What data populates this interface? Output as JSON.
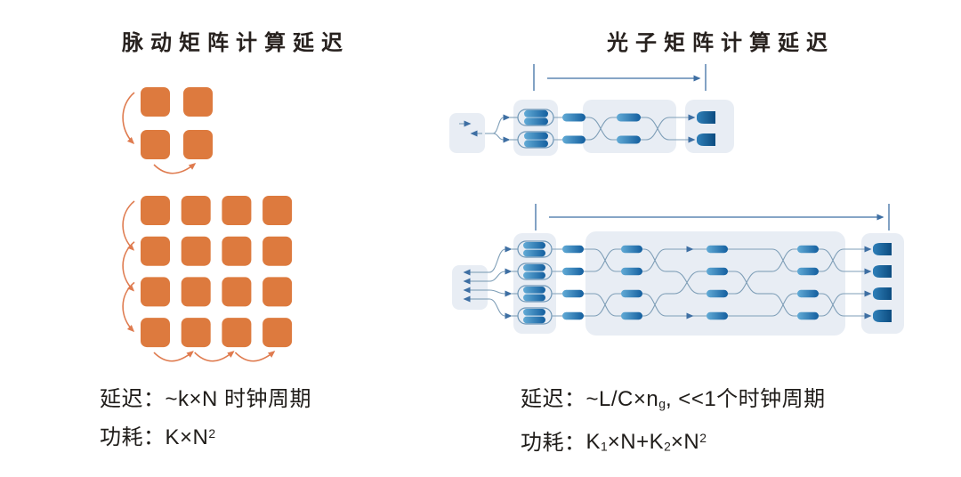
{
  "left_panel": {
    "title": "脉动矩阵计算延迟",
    "grids": [
      {
        "name": "systolic-array-2x2",
        "rows": 2,
        "cols": 2
      },
      {
        "name": "systolic-array-4x4",
        "rows": 4,
        "cols": 4
      }
    ],
    "latency": {
      "label": "延迟：",
      "parts": [
        {
          "t": "~k×N 时钟周期"
        }
      ]
    },
    "power": {
      "label": "功耗：",
      "parts": [
        {
          "t": "K×N"
        },
        {
          "t": "2",
          "style": "sup"
        }
      ]
    }
  },
  "right_panel": {
    "title": "光子矩阵计算延迟",
    "circuits": [
      {
        "name": "photonic-circuit-2ch",
        "channels": 2
      },
      {
        "name": "photonic-circuit-4ch",
        "channels": 4
      }
    ],
    "latency": {
      "label": "延迟：",
      "parts": [
        {
          "t": "~L/C×n"
        },
        {
          "t": "g",
          "style": "sub"
        },
        {
          "t": ", <<1个时钟周期"
        }
      ]
    },
    "power": {
      "label": "功耗：",
      "parts": [
        {
          "t": "K"
        },
        {
          "t": "1",
          "style": "sub"
        },
        {
          "t": "×N+K"
        },
        {
          "t": "2",
          "style": "sub"
        },
        {
          "t": "×N"
        },
        {
          "t": "2",
          "style": "sup"
        }
      ]
    }
  },
  "colors": {
    "orange": "#DD7A3E",
    "orange_arrow": "#DF7B4F",
    "block_bg": "#E8EDF4",
    "stadium": "#6D96B6",
    "line": "#7E9EB7",
    "arrow_line": "#3E6FA3",
    "pill_light": "#62ABD6",
    "pill_dark": "#145F9F",
    "det_light": "#2F80B9",
    "det_dark": "#0C4C80",
    "title_text": "#27211E",
    "body_text": "#201D1A"
  }
}
